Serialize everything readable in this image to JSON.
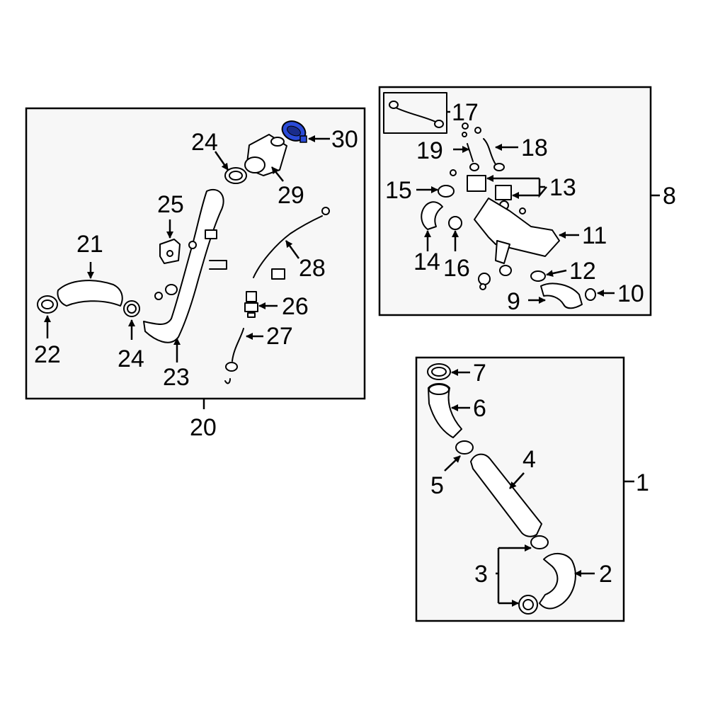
{
  "diagram": {
    "highlight_color": "#2b4bd8",
    "groups": [
      {
        "id": "g20",
        "label": "20"
      },
      {
        "id": "g8",
        "label": "8"
      },
      {
        "id": "g1",
        "label": "1"
      }
    ],
    "callouts": [
      {
        "id": "c1",
        "label": "1"
      },
      {
        "id": "c2",
        "label": "2"
      },
      {
        "id": "c3",
        "label": "3"
      },
      {
        "id": "c4",
        "label": "4"
      },
      {
        "id": "c5",
        "label": "5"
      },
      {
        "id": "c6",
        "label": "6"
      },
      {
        "id": "c7",
        "label": "7"
      },
      {
        "id": "c8",
        "label": "8"
      },
      {
        "id": "c9",
        "label": "9"
      },
      {
        "id": "c10",
        "label": "10"
      },
      {
        "id": "c11",
        "label": "11"
      },
      {
        "id": "c12",
        "label": "12"
      },
      {
        "id": "c13",
        "label": "13"
      },
      {
        "id": "c14",
        "label": "14"
      },
      {
        "id": "c15",
        "label": "15"
      },
      {
        "id": "c16",
        "label": "16"
      },
      {
        "id": "c17",
        "label": "17"
      },
      {
        "id": "c18",
        "label": "18"
      },
      {
        "id": "c19",
        "label": "19"
      },
      {
        "id": "c20",
        "label": "20"
      },
      {
        "id": "c21",
        "label": "21"
      },
      {
        "id": "c22",
        "label": "22"
      },
      {
        "id": "c23",
        "label": "23"
      },
      {
        "id": "c24a",
        "label": "24"
      },
      {
        "id": "c24b",
        "label": "24"
      },
      {
        "id": "c25",
        "label": "25"
      },
      {
        "id": "c26",
        "label": "26"
      },
      {
        "id": "c27",
        "label": "27"
      },
      {
        "id": "c28",
        "label": "28"
      },
      {
        "id": "c29",
        "label": "29"
      },
      {
        "id": "c30",
        "label": "30"
      }
    ]
  }
}
